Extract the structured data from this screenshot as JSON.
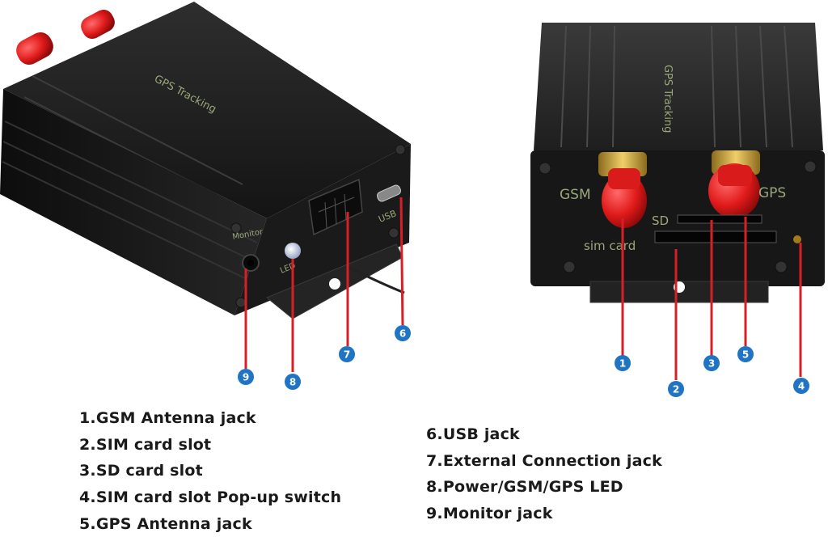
{
  "device_left": {
    "brand_text": "GPS Tracking",
    "port_labels": {
      "monitor": "Monitor",
      "led": "LED",
      "usb": "USB"
    }
  },
  "device_right": {
    "brand_text": "GPS Tracking",
    "port_labels": {
      "gsm": "GSM",
      "gps": "GPS",
      "sd": "SD",
      "sim": "sim card"
    }
  },
  "callouts": [
    "1",
    "2",
    "3",
    "4",
    "5",
    "6",
    "7",
    "8",
    "9"
  ],
  "legend": {
    "left": [
      "1.GSM Antenna jack",
      "2.SIM card slot",
      "3.SD card slot",
      "4.SIM card slot Pop-up switch",
      "5.GPS Antenna jack"
    ],
    "right": [
      "6.USB jack",
      "7.External Connection jack",
      "8.Power/GSM/GPS LED",
      "9.Monitor jack"
    ]
  },
  "colors": {
    "device_body": "#1b1b1b",
    "antenna": "#e02222",
    "callout_line": "#d61f26",
    "callout_badge": "#1f74c4"
  }
}
